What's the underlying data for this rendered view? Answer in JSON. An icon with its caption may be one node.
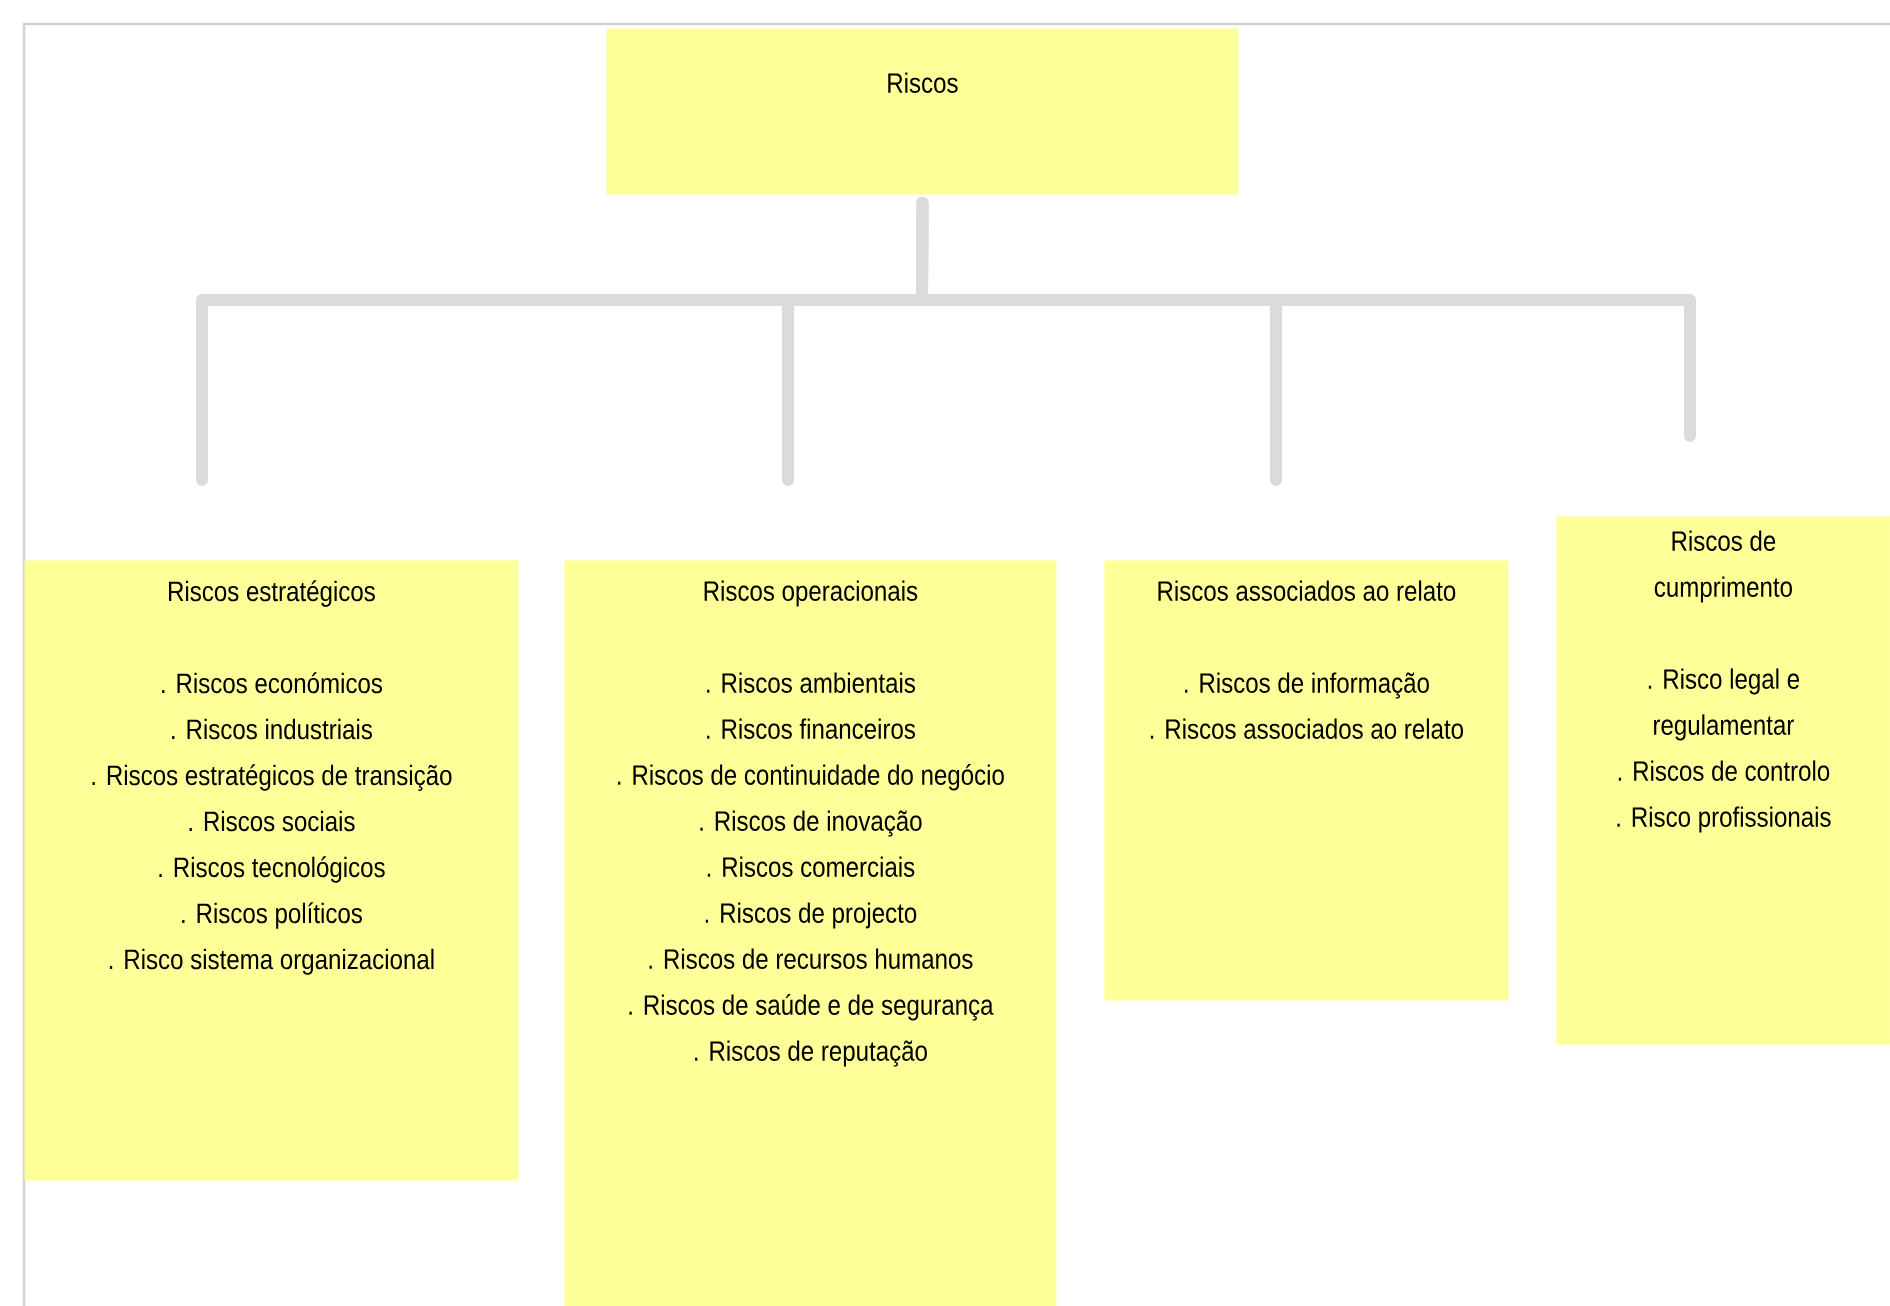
{
  "diagram": {
    "nodes": [
      {
        "text": [
          "Riscos"
        ]
      },
      {
        "text": [
          "Riscos estratégicos",
          ". Riscos económicos",
          ". Riscos industriais",
          ". Riscos estratégicos de transição",
          ". Riscos sociais",
          ". Riscos tecnológicos",
          ". Riscos políticos",
          ". Risco sistema organizacional"
        ]
      },
      {
        "text": [
          "Riscos operacionais",
          ". Riscos ambientais",
          ". Riscos financeiros",
          ". Riscos de continuidade do negócio",
          ". Riscos de inovação",
          ". Riscos comerciais",
          ". Riscos de projecto",
          ". Riscos de recursos humanos",
          ". Riscos de saúde e de segurança",
          ". Riscos de reputação"
        ]
      },
      {
        "text": [
          "Riscos associados ao relato",
          ". Riscos de informação",
          ". Riscos associados ao relato"
        ]
      },
      {
        "text": [
          "Riscos de cumprimento",
          ". Risco legal e regulamentar",
          ". Riscos de controlo",
          ". Risco profissionais"
        ]
      }
    ],
    "edges": [
      {
        "from": 0,
        "to": 1,
        "arrow": "none"
      },
      {
        "from": 0,
        "to": 2,
        "arrow": "none"
      },
      {
        "from": 0,
        "to": 3,
        "arrow": "none"
      },
      {
        "from": 0,
        "to": 4,
        "arrow": "none"
      }
    ]
  }
}
